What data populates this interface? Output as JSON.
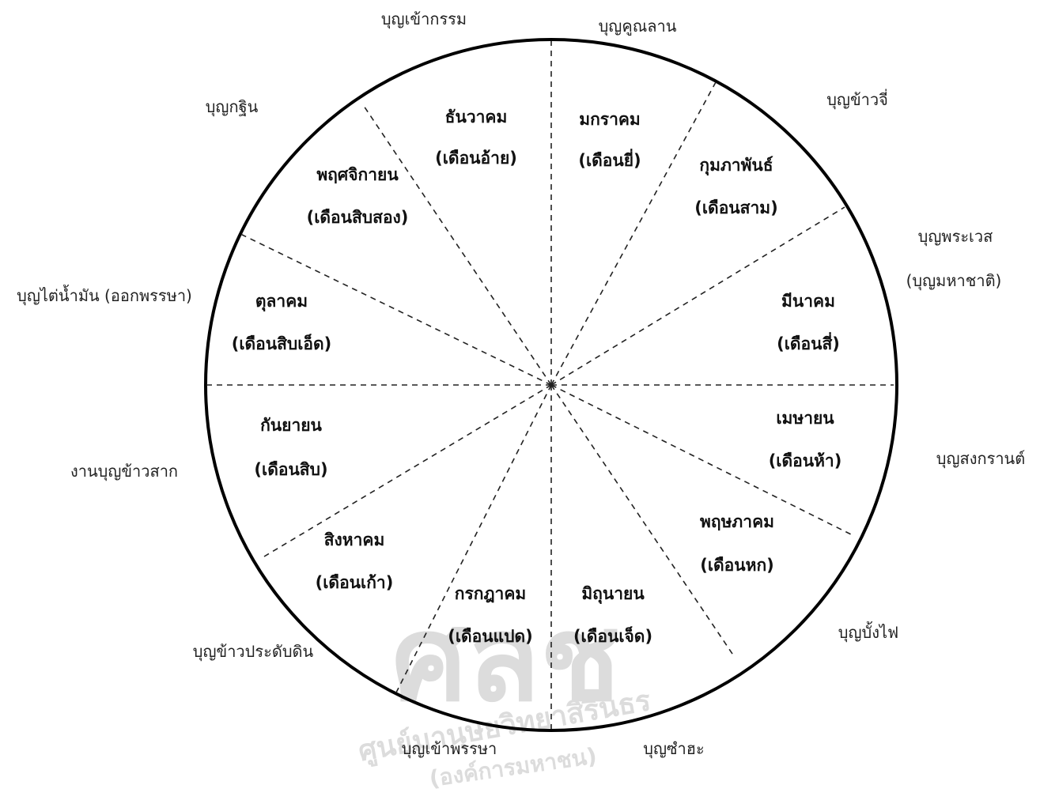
{
  "diagram": {
    "months": [
      {
        "name": "มกราคม",
        "local": "(เดือนยี่)"
      },
      {
        "name": "กุมภาพันธ์",
        "local": "(เดือนสาม)"
      },
      {
        "name": "มีนาคม",
        "local": "(เดือนสี่)"
      },
      {
        "name": "เมษายน",
        "local": "(เดือนห้า)"
      },
      {
        "name": "พฤษภาคม",
        "local": "(เดือนหก)"
      },
      {
        "name": "มิถุนายน",
        "local": "(เดือนเจ็ด)"
      },
      {
        "name": "กรกฎาคม",
        "local": "(เดือนแปด)"
      },
      {
        "name": "สิงหาคม",
        "local": "(เดือนเก้า)"
      },
      {
        "name": "กันยายน",
        "local": "(เดือนสิบ)"
      },
      {
        "name": "ตุลาคม",
        "local": "(เดือนสิบเอ็ด)"
      },
      {
        "name": "พฤศจิกายน",
        "local": "(เดือนสิบสอง)"
      },
      {
        "name": "ธันวาคม",
        "local": "(เดือนอ้าย)"
      }
    ],
    "festivals": [
      {
        "label": "บุญเข้ากรรม"
      },
      {
        "label": "บุญคูณลาน"
      },
      {
        "label": "บุญข้าวจี่"
      },
      {
        "label": "บุญพระเวส"
      },
      {
        "label": "(บุญมหาชาติ)"
      },
      {
        "label": "บุญสงกรานต์"
      },
      {
        "label": "บุญบั้งไฟ"
      },
      {
        "label": "บุญซำฮะ"
      },
      {
        "label": "บุญเข้าพรรษา"
      },
      {
        "label": "บุญข้าวประดับดิน"
      },
      {
        "label": "งานบุญข้าวสาก"
      },
      {
        "label": "บุญไต่น้ำมัน (ออกพรรษา)"
      },
      {
        "label": "บุญกฐิน"
      }
    ],
    "watermark": {
      "logo": "ศลช",
      "line1": "ศูนย์มานุษยวิทยาสิรินธร",
      "line2": "(องค์การมหาชน)"
    }
  }
}
